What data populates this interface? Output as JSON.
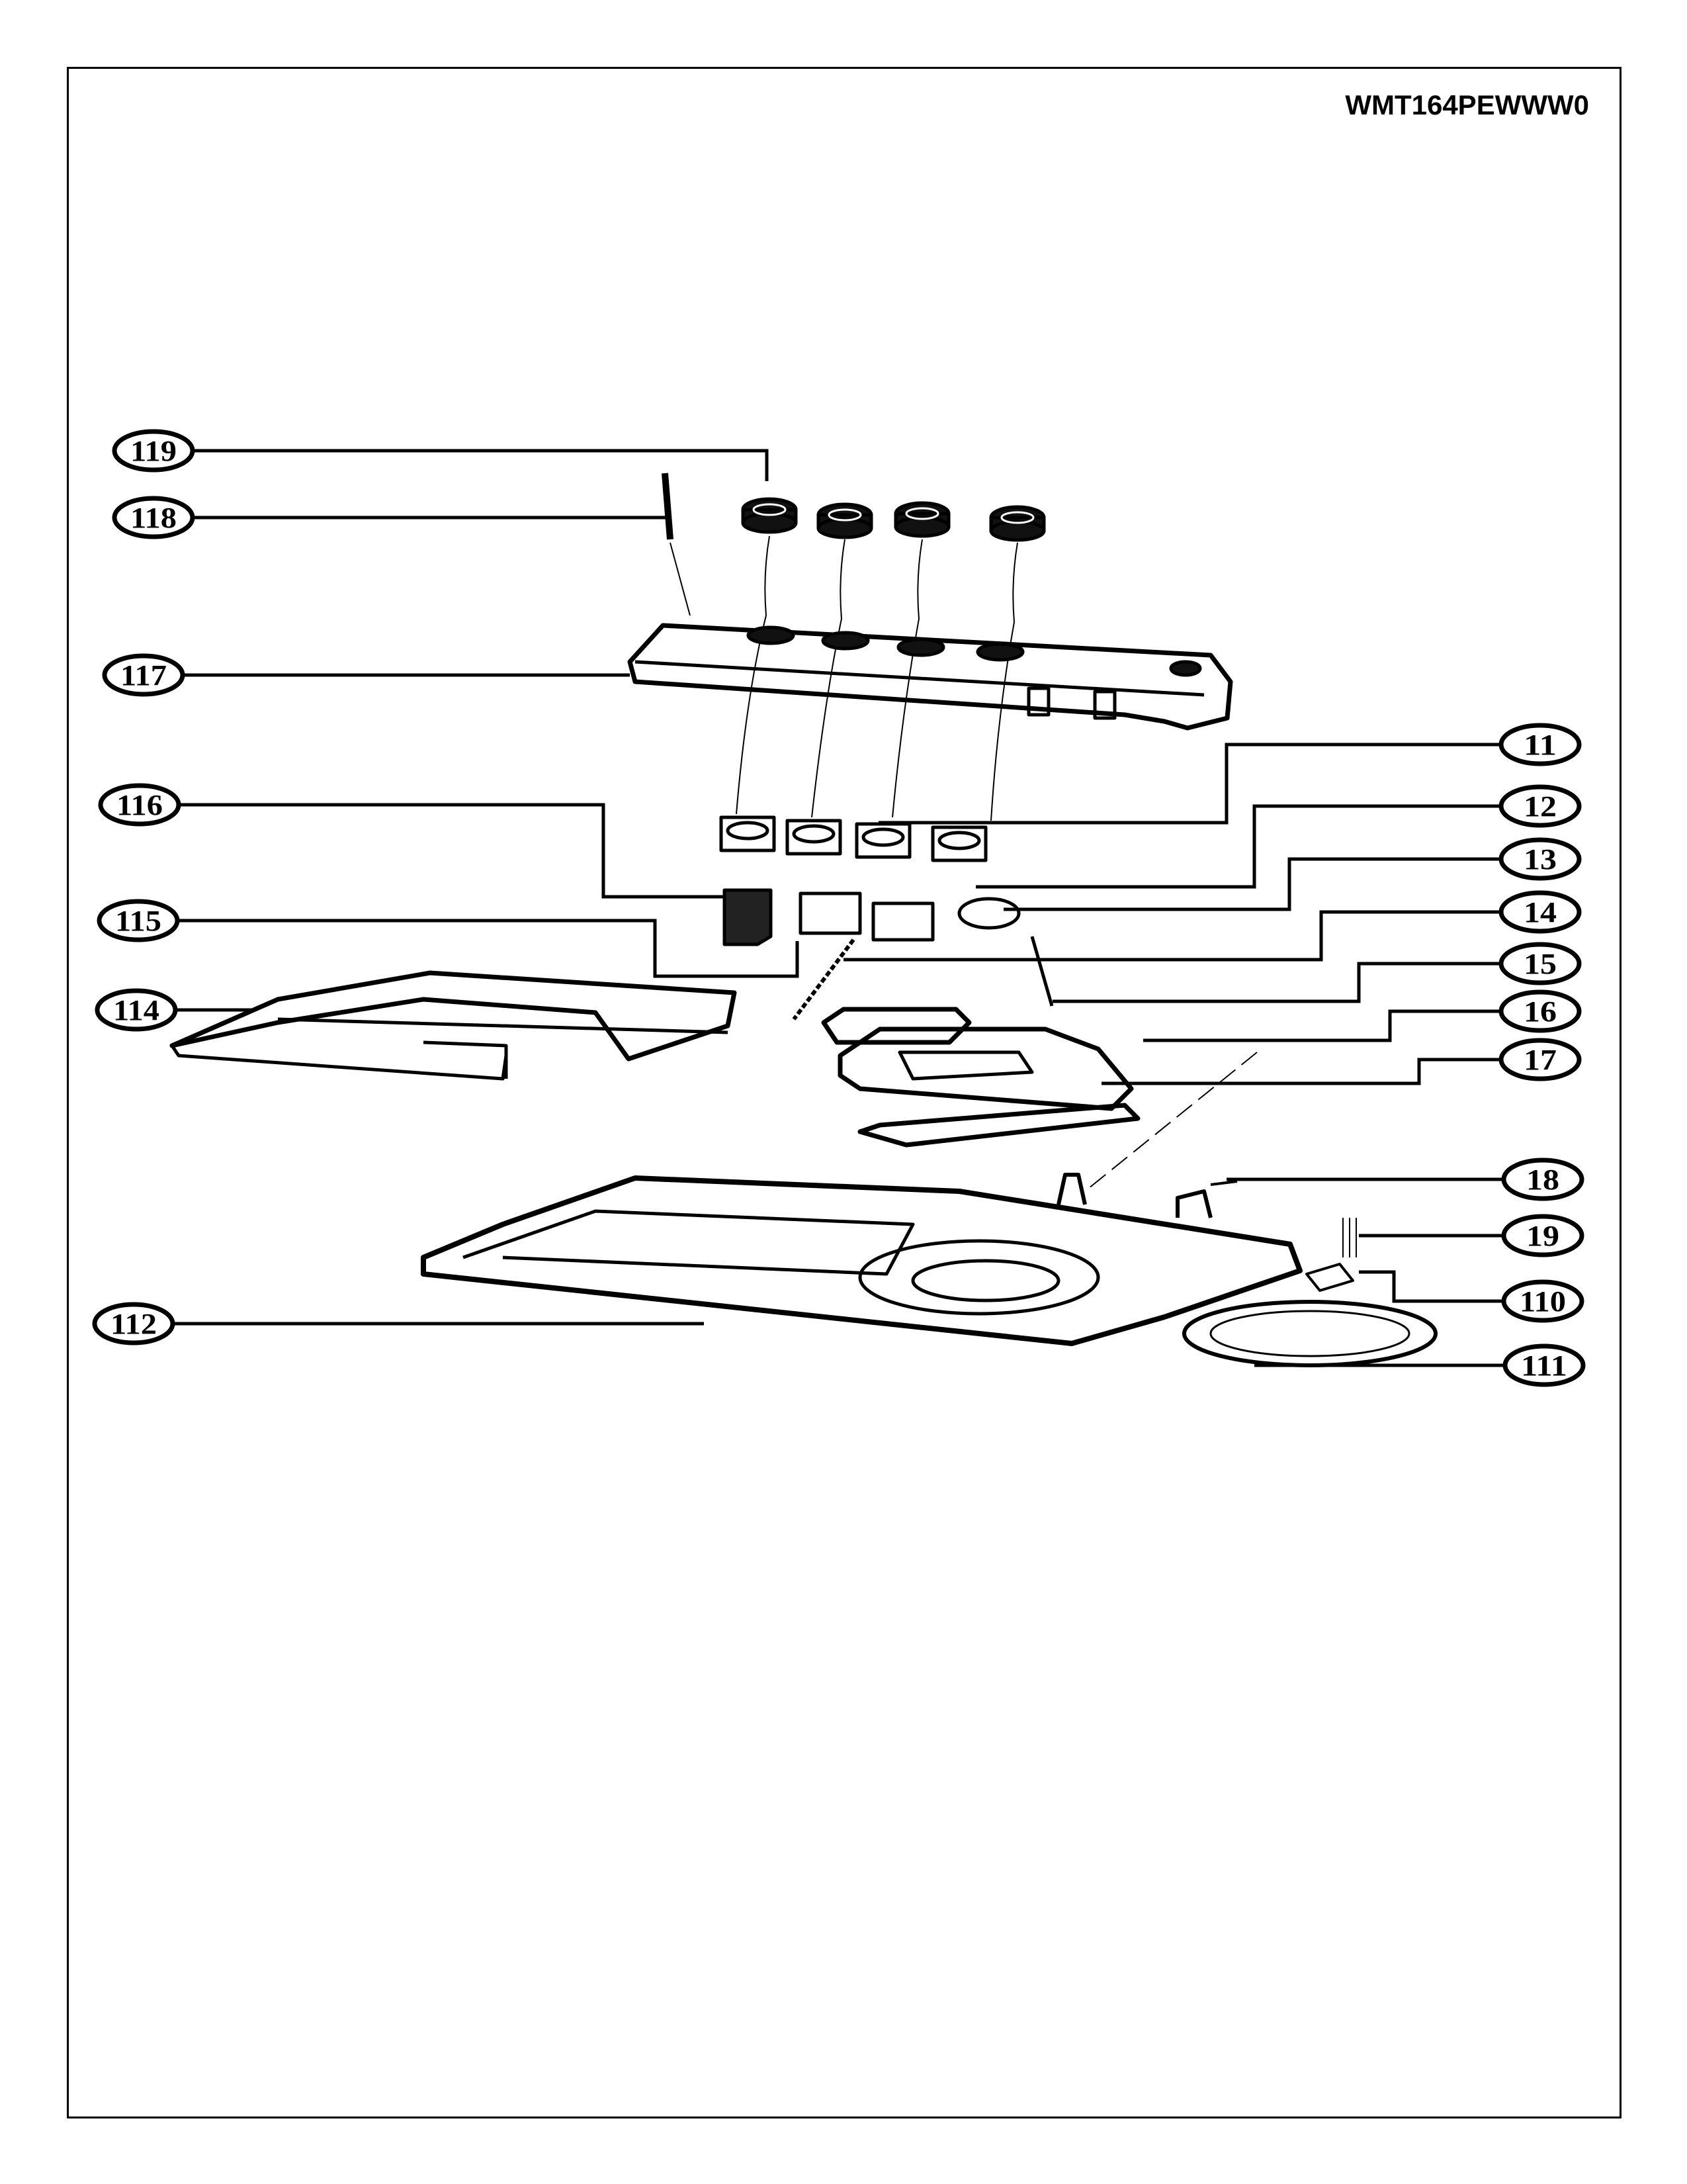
{
  "document": {
    "model_number": "WMT164PEWWW0",
    "callouts": [
      {
        "id": "119"
      },
      {
        "id": "118"
      },
      {
        "id": "117"
      },
      {
        "id": "116"
      },
      {
        "id": "115"
      },
      {
        "id": "114"
      },
      {
        "id": "112"
      },
      {
        "id": "11"
      },
      {
        "id": "12"
      },
      {
        "id": "13"
      },
      {
        "id": "14"
      },
      {
        "id": "15"
      },
      {
        "id": "16"
      },
      {
        "id": "17"
      },
      {
        "id": "18"
      },
      {
        "id": "19"
      },
      {
        "id": "110"
      },
      {
        "id": "111"
      }
    ]
  }
}
